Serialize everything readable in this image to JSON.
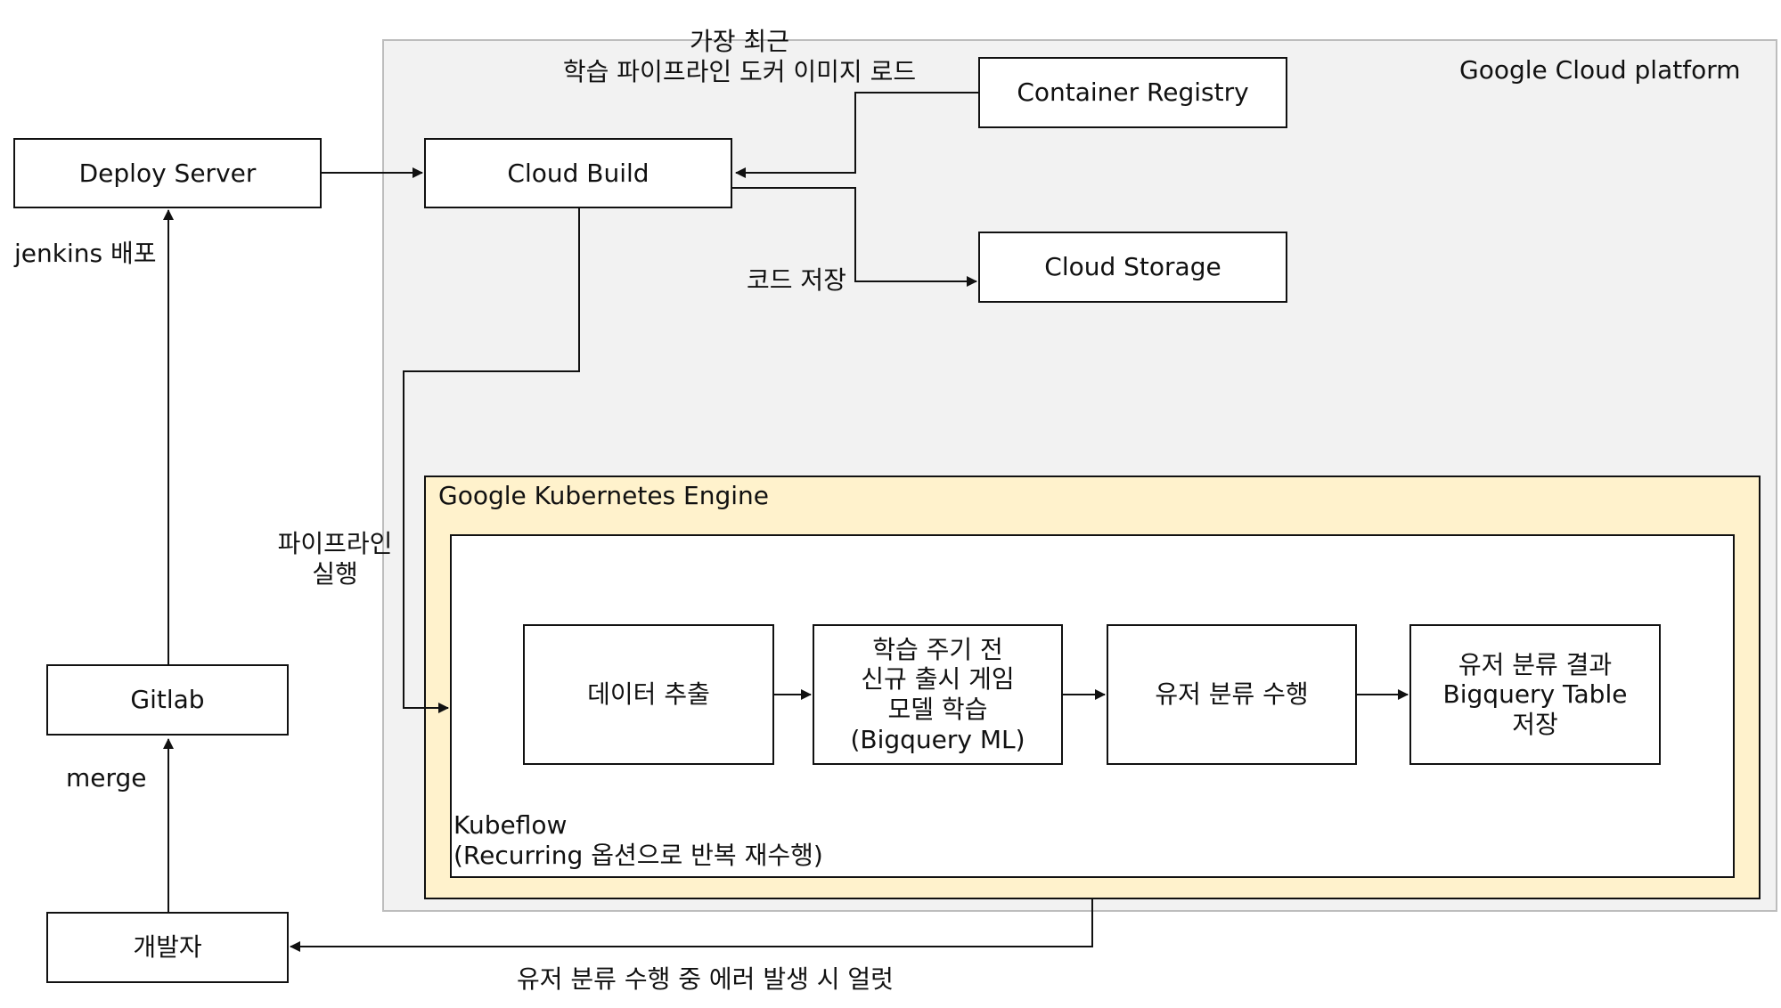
{
  "regions": {
    "gcp_label": "Google Cloud platform",
    "gke_label": "Google Kubernetes Engine",
    "kubeflow_label": "Kubeflow\n(Recurring 옵션으로 반복 재수행)"
  },
  "nodes": {
    "deploy_server": "Deploy Server",
    "gitlab": "Gitlab",
    "developer": "개발자",
    "cloud_build": "Cloud Build",
    "container_registry": "Container Registry",
    "cloud_storage": "Cloud Storage",
    "data_extract": "데이터 추출",
    "model_train": "학습 주기 전\n신규 출시 게임\n모델 학습\n(Bigquery ML)",
    "user_classify": "유저 분류 수행",
    "save_result": "유저 분류 결과\nBigquery Table\n저장"
  },
  "edges": {
    "merge": "merge",
    "jenkins_deploy": "jenkins 배포",
    "load_image": "가장 최근\n학습 파이프라인 도커 이미지 로드",
    "save_code": "코드 저장",
    "run_pipeline": "파이프라인\n실행",
    "error_alert": "유저 분류 수행 중 에러 발생 시 얼럿"
  },
  "colors": {
    "gcp_fill": "#f2f2f2",
    "gke_fill": "#fff2cc",
    "line": "#111111"
  }
}
